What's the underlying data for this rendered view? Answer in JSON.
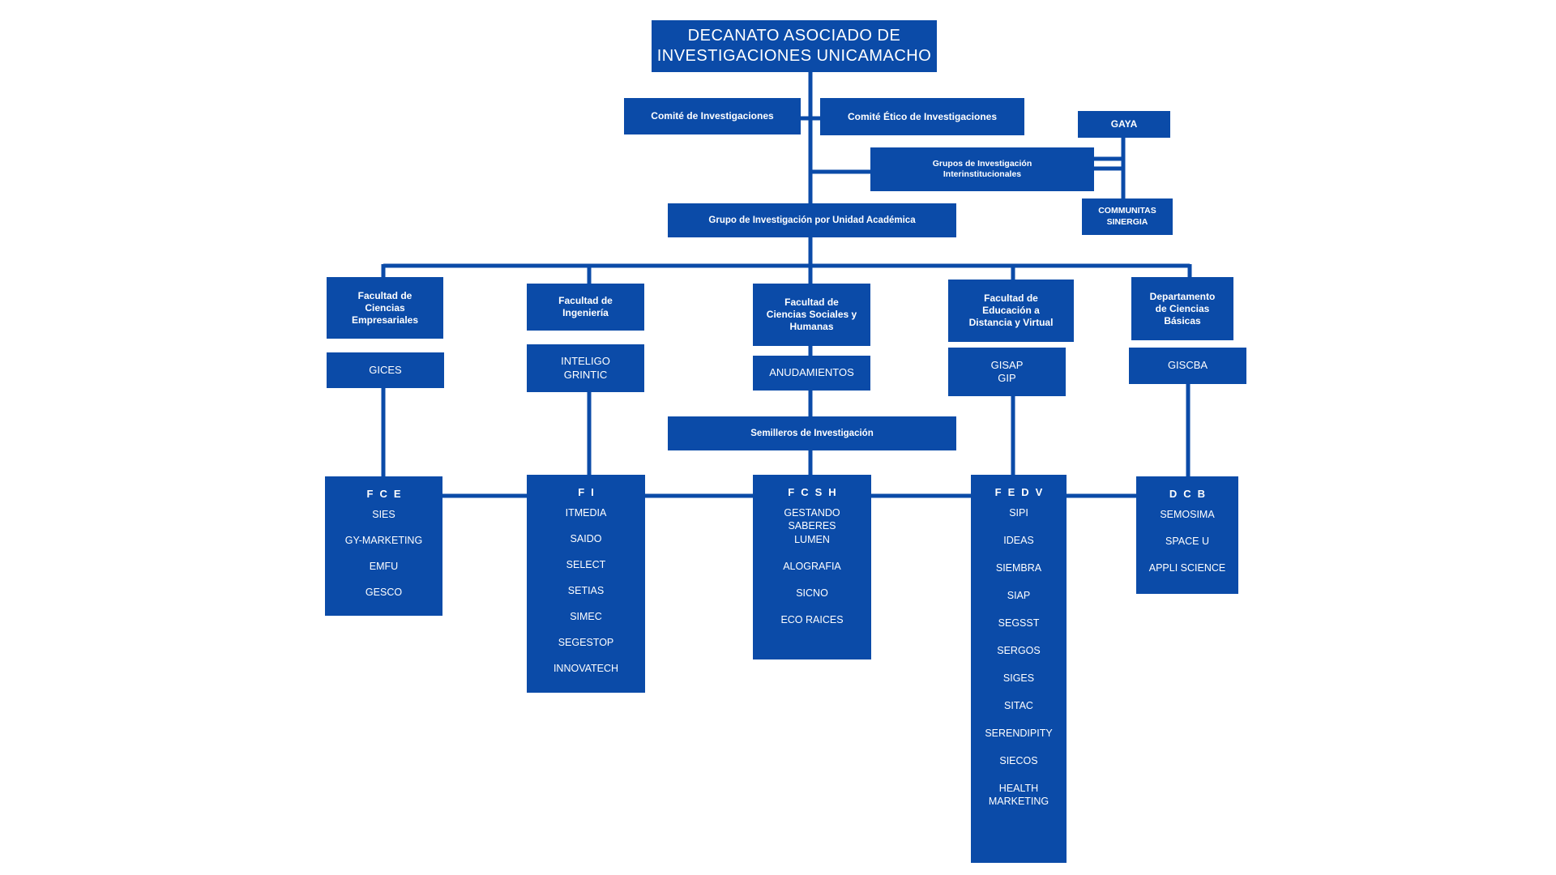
{
  "colors": {
    "box": "#0b4ba8",
    "line": "#0b4ba8",
    "text": "#ffffff",
    "background": "#ffffff"
  },
  "top": {
    "title": "DECANATO ASOCIADO DE\nINVESTIGACIONES UNICAMACHO"
  },
  "committees": {
    "research": "Comité de Investigaciones",
    "ethics": "Comité Ético de Investigaciones"
  },
  "inter": {
    "label": "Grupos de Investigación\nInterinstitucionales",
    "gaya": "GAYA",
    "communitas": "COMMUNITAS\nSINERGIA"
  },
  "academic_unit": "Grupo de Investigación por Unidad Académica",
  "faculties": [
    {
      "name": "Facultad de\nCiencias\nEmpresariales",
      "groups": "GICES"
    },
    {
      "name": "Facultad de\nIngeniería",
      "groups": "INTELIGO\nGRINTIC"
    },
    {
      "name": "Facultad de\nCiencias Sociales y\nHumanas",
      "groups": "ANUDAMIENTOS"
    },
    {
      "name": "Facultad de\nEducación a\nDistancia y Virtual",
      "groups": "GISAP\nGIP"
    },
    {
      "name": "Departamento\nde Ciencias\nBásicas",
      "groups": "GISCBA"
    }
  ],
  "seedbeds": "Semilleros de Investigación",
  "seedbed_lists": [
    {
      "title": "FCE",
      "items": [
        "SIES",
        "GY-MARKETING",
        "EMFU",
        "GESCO"
      ]
    },
    {
      "title": "FI",
      "items": [
        "ITMEDIA",
        "SAIDO",
        "SELECT",
        "SETIAS",
        "SIMEC",
        "SEGESTOP",
        "INNOVATECH"
      ]
    },
    {
      "title": "FCSH",
      "items": [
        "GESTANDO\nSABERES",
        "LUMEN",
        "ALOGRAFIA",
        "SICNO",
        "ECO RAICES"
      ]
    },
    {
      "title": "FEDV",
      "items": [
        "SIPI",
        "IDEAS",
        "SIEMBRA",
        "SIAP",
        "SEGSST",
        "SERGOS",
        "SIGES",
        "SITAC",
        "SERENDIPITY",
        "SIECOS",
        "HEALTH\nMARKETING"
      ]
    },
    {
      "title": "DCB",
      "items": [
        "SEMOSIMA",
        "SPACE U",
        "APPLI SCIENCE"
      ]
    }
  ]
}
